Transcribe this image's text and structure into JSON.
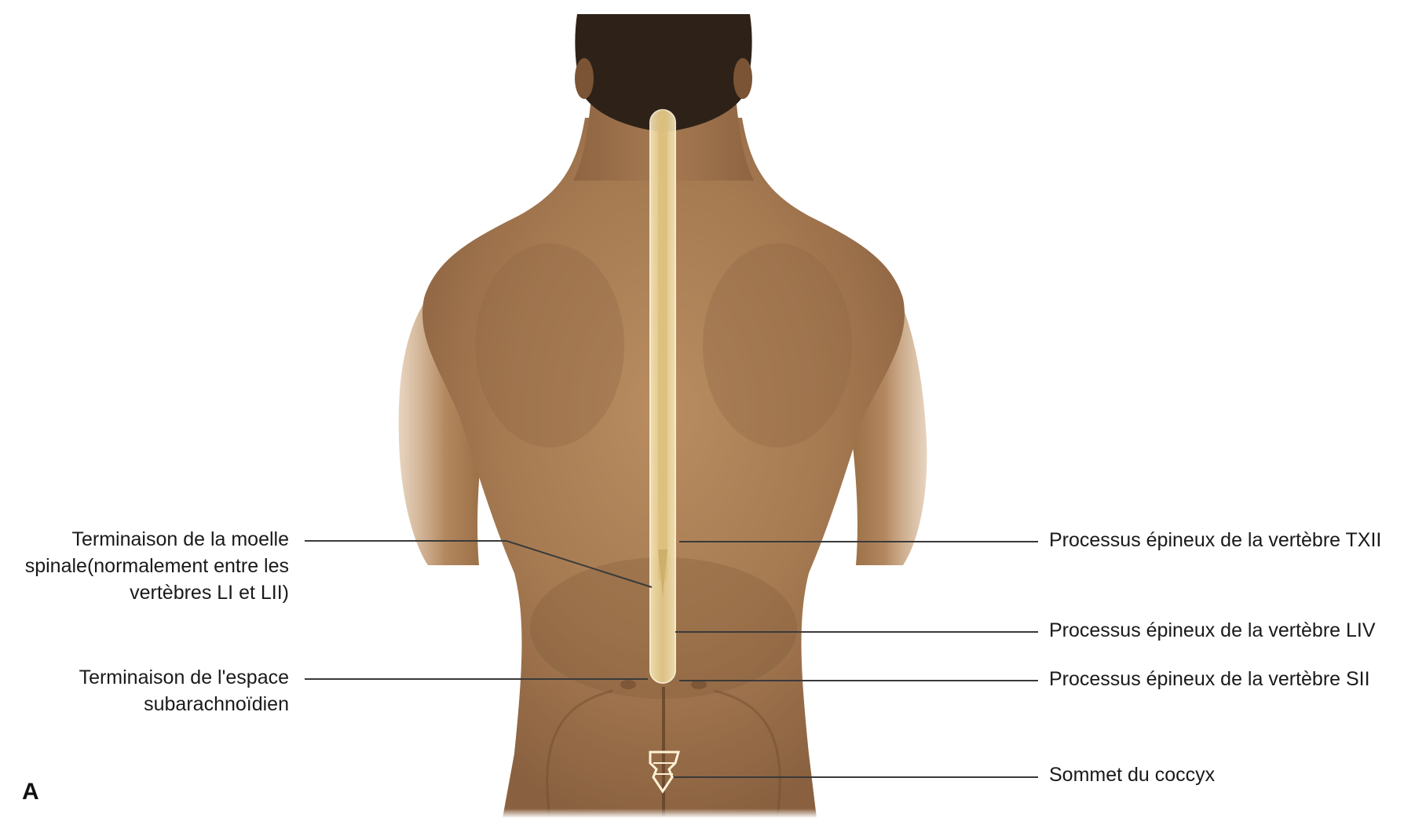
{
  "figure": {
    "panel_letter": "A",
    "labels_left": {
      "moelle": {
        "line1": "Terminaison de la moelle",
        "line2": "spinale(normalement entre les",
        "line3": "vertèbres LI et LII)"
      },
      "espace": {
        "line1": "Terminaison de l'espace",
        "line2": "subarachnoïdien"
      }
    },
    "labels_right": {
      "txii": "Processus épineux de la vertèbre TXII",
      "liv": "Processus épineux de la vertèbre LIV",
      "sii": "Processus épineux de la vertèbre SII",
      "coccyx": "Sommet du coccyx"
    }
  },
  "colors": {
    "skin_light": "#c9a074",
    "skin_mid": "#a97d55",
    "skin_dark": "#7d5636",
    "hair": "#2e2218",
    "spine_canal": "#ead49a",
    "spine_outline": "#fff5d8",
    "leader_line": "#3a3a3a",
    "text": "#1a1a1a"
  }
}
